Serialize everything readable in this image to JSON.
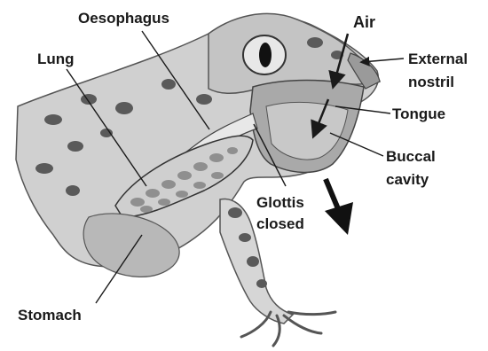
{
  "labels": {
    "oesophagus": "Oesophagus",
    "air": "Air",
    "lung": "Lung",
    "external_nostril_line1": "External",
    "external_nostril_line2": "nostril",
    "tongue": "Tongue",
    "buccal_line1": "Buccal",
    "buccal_line2": "cavity",
    "glottis_line1": "Glottis",
    "glottis_line2": "closed",
    "stomach": "Stomach"
  },
  "colors": {
    "skin": "#c9c9c9",
    "skin_dark": "#a8a8a8",
    "spots": "#5a5a5a",
    "cavity": "#bdbdbd",
    "tissue": "#e4e4e4",
    "text": "#1a1a1a"
  }
}
